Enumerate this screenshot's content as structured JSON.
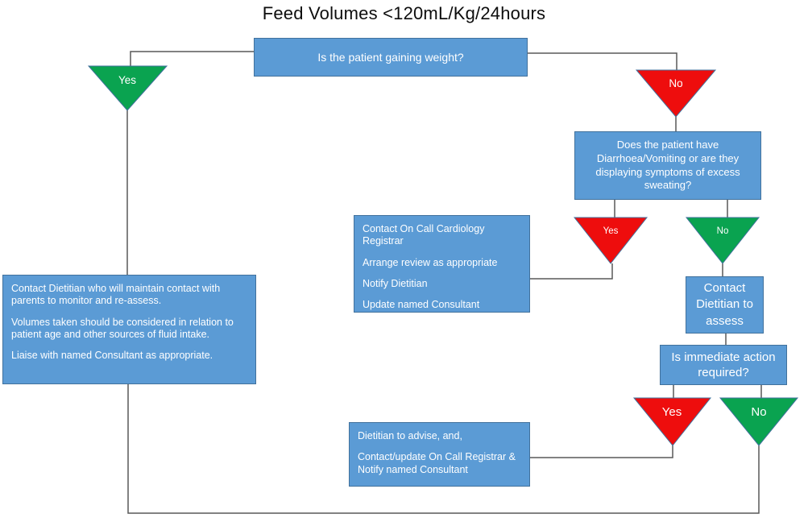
{
  "title": "Feed Volumes <120mL/Kg/24hours",
  "colors": {
    "box_fill": "#5B9BD5",
    "box_border": "#41719C",
    "triangle_green": "#0AA350",
    "triangle_red": "#EE0D0D",
    "connector_line": "#595959",
    "box_text": "#ffffff",
    "title_text": "#0d0d0d"
  },
  "nodes": {
    "gaining_weight": {
      "text": "Is the patient gaining weight?"
    },
    "diarrhoea": {
      "text": "Does the patient have Diarrhoea/Vomiting or are they displaying symptoms of excess sweating?"
    },
    "cardiology": {
      "lines": [
        "Contact On Call Cardiology Registrar",
        "Arrange review as appropriate",
        "Notify Dietitian",
        "Update named Consultant"
      ]
    },
    "monitor": {
      "lines": [
        "Contact Dietitian who will maintain contact with parents to monitor and re-assess.",
        "Volumes taken should be considered in relation to patient age and other sources of fluid intake.",
        "Liaise with named Consultant as appropriate."
      ]
    },
    "dietitian_assess": {
      "text": "Contact Dietitian to assess"
    },
    "immediate_action": {
      "text": "Is immediate action required?"
    },
    "advise": {
      "lines": [
        "Dietitian to advise, and,",
        "Contact/update On Call Registrar & Notify named Consultant"
      ]
    }
  },
  "decisions": [
    {
      "id": "top-yes",
      "label": "Yes",
      "color": "green"
    },
    {
      "id": "top-no",
      "label": "No",
      "color": "red"
    },
    {
      "id": "mid-yes",
      "label": "Yes",
      "color": "red"
    },
    {
      "id": "mid-no",
      "label": "No",
      "color": "green"
    },
    {
      "id": "bottom-yes",
      "label": "Yes",
      "color": "red"
    },
    {
      "id": "bottom-no",
      "label": "No",
      "color": "green"
    }
  ]
}
